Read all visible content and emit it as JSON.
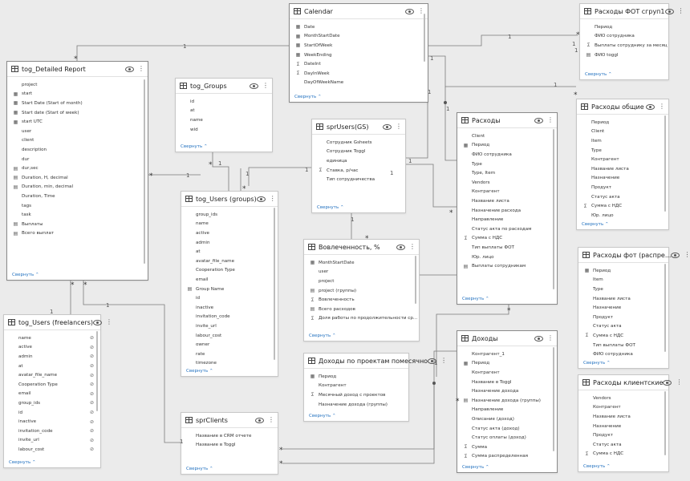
{
  "collapse_label": "Свернуть",
  "tables": [
    {
      "id": "calendar",
      "title": "Calendar",
      "fields": [
        {
          "t": "Date",
          "i": "cal"
        },
        {
          "t": "MonthStartDate",
          "i": "cal"
        },
        {
          "t": "StartOfWeek",
          "i": "cal"
        },
        {
          "t": "WeekEnding",
          "i": "cal"
        },
        {
          "t": "DateInt",
          "i": "sum"
        },
        {
          "t": "DayInWeek",
          "i": "sum"
        },
        {
          "t": "DayOfWeekName",
          "i": ""
        }
      ]
    },
    {
      "id": "fot_group",
      "title": "Расходы ФОТ сгруп1",
      "fields": [
        {
          "t": "Период",
          "i": ""
        },
        {
          "t": "ФИО сотрудника",
          "i": ""
        },
        {
          "t": "Выплаты сотруднику за месяц",
          "i": "sum"
        },
        {
          "t": "ФИО toggl",
          "i": "tbl"
        }
      ]
    },
    {
      "id": "detailed",
      "title": "tog_Detailed Report",
      "fields": [
        {
          "t": "project",
          "i": ""
        },
        {
          "t": "start",
          "i": "cal"
        },
        {
          "t": "Start Date (Start of month)",
          "i": "cal"
        },
        {
          "t": "Start date (Start of week)",
          "i": "cal"
        },
        {
          "t": "start UTC",
          "i": "cal"
        },
        {
          "t": "user",
          "i": ""
        },
        {
          "t": "client",
          "i": ""
        },
        {
          "t": "description",
          "i": ""
        },
        {
          "t": "dur",
          "i": ""
        },
        {
          "t": "dur,sec",
          "i": "tbl"
        },
        {
          "t": "Duration, H, decimal",
          "i": "tbl"
        },
        {
          "t": "Duration, min, decimal",
          "i": "tbl"
        },
        {
          "t": "Duration, Time",
          "i": ""
        },
        {
          "t": "tags",
          "i": ""
        },
        {
          "t": "task",
          "i": ""
        },
        {
          "t": "Выплаты",
          "i": "tbl"
        },
        {
          "t": "Всего выплат",
          "i": "tbl"
        }
      ]
    },
    {
      "id": "groups",
      "title": "tog_Groups",
      "fields": [
        {
          "t": "id",
          "i": ""
        },
        {
          "t": "at",
          "i": ""
        },
        {
          "t": "name",
          "i": ""
        },
        {
          "t": "wid",
          "i": ""
        }
      ]
    },
    {
      "id": "sprusers",
      "title": "sprUsers(GS)",
      "fields": [
        {
          "t": "Сотрудник Gsheets",
          "i": ""
        },
        {
          "t": "Сотрудник Toggl",
          "i": ""
        },
        {
          "t": "единица",
          "i": ""
        },
        {
          "t": "Ставка, р/час",
          "i": "sum"
        },
        {
          "t": "Тип сотрудничества",
          "i": ""
        }
      ]
    },
    {
      "id": "rashody",
      "title": "Расходы",
      "fields": [
        {
          "t": "Client",
          "i": ""
        },
        {
          "t": "Период",
          "i": "cal"
        },
        {
          "t": "ФИО сотрудника",
          "i": ""
        },
        {
          "t": "Type",
          "i": ""
        },
        {
          "t": "Type, Item",
          "i": ""
        },
        {
          "t": "Vendors",
          "i": ""
        },
        {
          "t": "Контрагент",
          "i": ""
        },
        {
          "t": "Название листа",
          "i": ""
        },
        {
          "t": "Назначение расхода",
          "i": ""
        },
        {
          "t": "Направление",
          "i": ""
        },
        {
          "t": "Статус акта по расходам",
          "i": ""
        },
        {
          "t": "Сумма с НДС",
          "i": "sum"
        },
        {
          "t": "Тип выплаты ФОТ",
          "i": ""
        },
        {
          "t": "Юр. лицо",
          "i": ""
        },
        {
          "t": "Выплаты сотрудникам",
          "i": "tbl"
        }
      ]
    },
    {
      "id": "rash_obsh",
      "title": "Расходы общие",
      "fields": [
        {
          "t": "Период",
          "i": ""
        },
        {
          "t": "Client",
          "i": ""
        },
        {
          "t": "Item",
          "i": ""
        },
        {
          "t": "Type",
          "i": ""
        },
        {
          "t": "Контрагент",
          "i": ""
        },
        {
          "t": "Название листа",
          "i": ""
        },
        {
          "t": "Назначение",
          "i": ""
        },
        {
          "t": "Продукт",
          "i": ""
        },
        {
          "t": "Статус акта",
          "i": ""
        },
        {
          "t": "Сумма с НДС",
          "i": "sum"
        },
        {
          "t": "Юр. лицо",
          "i": ""
        }
      ]
    },
    {
      "id": "users_groups",
      "title": "tog_Users (groups)",
      "fields": [
        {
          "t": "group_ids",
          "i": ""
        },
        {
          "t": "name",
          "i": ""
        },
        {
          "t": "active",
          "i": ""
        },
        {
          "t": "admin",
          "i": ""
        },
        {
          "t": "at",
          "i": ""
        },
        {
          "t": "avatar_file_name",
          "i": ""
        },
        {
          "t": "Cooperation Type",
          "i": ""
        },
        {
          "t": "email",
          "i": ""
        },
        {
          "t": "Group Name",
          "i": "tbl"
        },
        {
          "t": "id",
          "i": ""
        },
        {
          "t": "inactive",
          "i": ""
        },
        {
          "t": "invitation_code",
          "i": ""
        },
        {
          "t": "invite_url",
          "i": ""
        },
        {
          "t": "labour_cost",
          "i": ""
        },
        {
          "t": "owner",
          "i": ""
        },
        {
          "t": "rate",
          "i": ""
        },
        {
          "t": "timezone",
          "i": ""
        }
      ]
    },
    {
      "id": "vovlech",
      "title": "Вовлеченность, %",
      "fields": [
        {
          "t": "MonthStartDate",
          "i": "cal"
        },
        {
          "t": "user",
          "i": ""
        },
        {
          "t": "project",
          "i": ""
        },
        {
          "t": "project (группы)",
          "i": "tbl"
        },
        {
          "t": "Вовлеченность",
          "i": "sum"
        },
        {
          "t": "Всего расходов",
          "i": "tbl"
        },
        {
          "t": "Доля работы по продолжительности ср...",
          "i": "sum"
        }
      ]
    },
    {
      "id": "fot_raspr",
      "title": "Расходы фот (распре...",
      "fields": [
        {
          "t": "Период",
          "i": "cal"
        },
        {
          "t": "Item",
          "i": ""
        },
        {
          "t": "Type",
          "i": ""
        },
        {
          "t": "Название листа",
          "i": ""
        },
        {
          "t": "Назначение",
          "i": ""
        },
        {
          "t": "Продукт",
          "i": ""
        },
        {
          "t": "Статус акта",
          "i": ""
        },
        {
          "t": "Сумма с НДС",
          "i": "sum"
        },
        {
          "t": "Тип выплаты ФОТ",
          "i": ""
        },
        {
          "t": "ФИО сотрудника",
          "i": ""
        }
      ]
    },
    {
      "id": "freelancers",
      "title": "tog_Users (freelancers)",
      "fields": [
        {
          "t": "name",
          "i": "",
          "h": true
        },
        {
          "t": "active",
          "i": "",
          "h": true
        },
        {
          "t": "admin",
          "i": "",
          "h": true
        },
        {
          "t": "at",
          "i": "",
          "h": true
        },
        {
          "t": "avatar_file_name",
          "i": "",
          "h": true
        },
        {
          "t": "Cooperation Type",
          "i": "",
          "h": true
        },
        {
          "t": "email",
          "i": "",
          "h": true
        },
        {
          "t": "group_ids",
          "i": "",
          "h": true
        },
        {
          "t": "id",
          "i": "",
          "h": true
        },
        {
          "t": "inactive",
          "i": "",
          "h": true
        },
        {
          "t": "invitation_code",
          "i": "",
          "h": true
        },
        {
          "t": "invite_url",
          "i": "",
          "h": true
        },
        {
          "t": "labour_cost",
          "i": "",
          "h": true
        }
      ]
    },
    {
      "id": "doh_proj",
      "title": "Доходы по проектам помесячно",
      "fields": [
        {
          "t": "Период",
          "i": "cal"
        },
        {
          "t": "Контрагент",
          "i": ""
        },
        {
          "t": "Месячный доход с проектов",
          "i": "sum"
        },
        {
          "t": "Назначение дохода (группы)",
          "i": ""
        }
      ]
    },
    {
      "id": "dohody",
      "title": "Доходы",
      "fields": [
        {
          "t": "Контрагент_1",
          "i": ""
        },
        {
          "t": "Период",
          "i": "cal"
        },
        {
          "t": "Контрагент",
          "i": ""
        },
        {
          "t": "Название в Toggl",
          "i": ""
        },
        {
          "t": "Назначение дохода",
          "i": ""
        },
        {
          "t": "Назначение дохода (группы)",
          "i": "tbl"
        },
        {
          "t": "Направление",
          "i": ""
        },
        {
          "t": "Описание (доход)",
          "i": ""
        },
        {
          "t": "Статус акта (доход)",
          "i": ""
        },
        {
          "t": "Статус оплаты (доход)",
          "i": ""
        },
        {
          "t": "Сумма",
          "i": "sum"
        },
        {
          "t": "Сумма распределенная",
          "i": "sum"
        }
      ]
    },
    {
      "id": "rash_klient",
      "title": "Расходы клиентские",
      "fields": [
        {
          "t": "Vendors",
          "i": ""
        },
        {
          "t": "Контрагент",
          "i": ""
        },
        {
          "t": "Название листа",
          "i": ""
        },
        {
          "t": "Назначение",
          "i": ""
        },
        {
          "t": "Продукт",
          "i": ""
        },
        {
          "t": "Статус акта",
          "i": ""
        },
        {
          "t": "Сумма с НДС",
          "i": "sum"
        }
      ]
    },
    {
      "id": "sprclients",
      "title": "sprClients",
      "fields": [
        {
          "t": "Название в CRM отчете",
          "i": ""
        },
        {
          "t": "Название в Toggl",
          "i": ""
        }
      ]
    }
  ],
  "cardinality": {
    "one": "1",
    "many": "*"
  }
}
